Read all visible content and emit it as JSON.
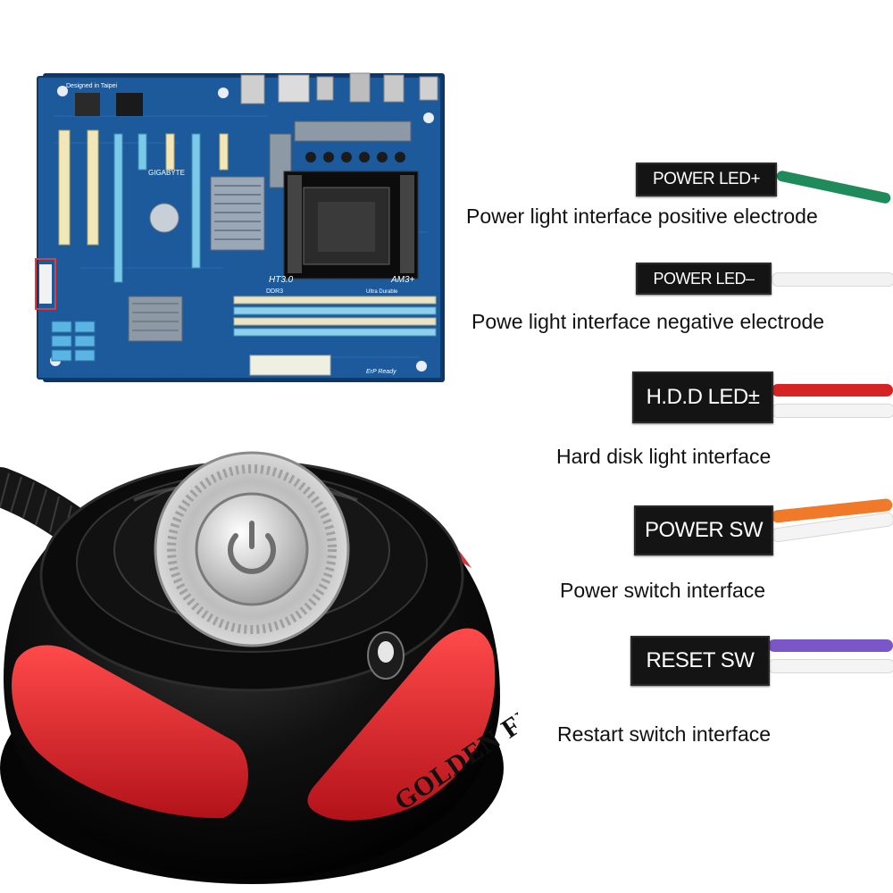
{
  "connectors": [
    {
      "plug_label": "POWER LED+",
      "caption": "Power light interface positive electrode",
      "wire_colors": [
        "#1f8a5a"
      ]
    },
    {
      "plug_label": "POWER LED–",
      "caption": "Powe light interface negative electrode",
      "wire_colors": [
        "#f2f2f2"
      ]
    },
    {
      "plug_label": "H.D.D LED±",
      "caption": "Hard disk light interface",
      "wire_colors": [
        "#d42424",
        "#f4f4f4"
      ]
    },
    {
      "plug_label": "POWER SW",
      "caption": "Power switch interface",
      "wire_colors": [
        "#f07a2a",
        "#f4f4f4"
      ]
    },
    {
      "plug_label": "RESET SW",
      "caption": "Restart switch interface",
      "wire_colors": [
        "#7a56c8",
        "#f4f4f4"
      ]
    }
  ],
  "button_device": {
    "brand": "GOLDEN FIELD",
    "body_color": "#0d0d0d",
    "accent_color": "#d81e24",
    "icon": "power-icon"
  },
  "motherboard": {
    "pcb_color": "#1d5a9c",
    "print_labels": [
      "Designed in Taipei",
      "HT3.0",
      "AM3+",
      "DDR3",
      "ErP Ready",
      "GIGABYTE",
      "Ultra Durable"
    ]
  }
}
